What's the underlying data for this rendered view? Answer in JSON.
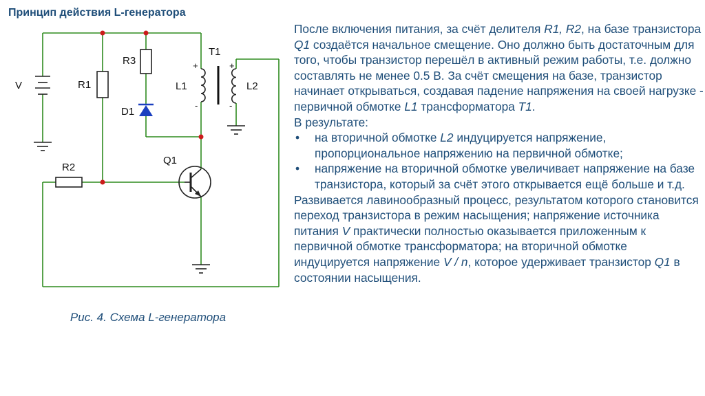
{
  "title": "Принцип действия L-генератора",
  "schematic": {
    "labels": {
      "v": "V",
      "r1": "R1",
      "r2": "R2",
      "r3": "R3",
      "d1": "D1",
      "t1": "T1",
      "l1": "L1",
      "l2": "L2",
      "q1": "Q1",
      "plus": "+",
      "minus": "-"
    }
  },
  "caption": "Рис. 4. Схема L-генератора",
  "description": {
    "p1": [
      {
        "t": "После включения питания, за счёт делителя "
      },
      {
        "t": "R1, R2",
        "i": true
      },
      {
        "t": ", на базе транзистора "
      },
      {
        "t": "Q1",
        "i": true
      },
      {
        "t": " создаётся начальное смещение. Оно должно быть достаточным для того, чтобы транзистор перешёл в активный режим работы, т.е. должно составлять не менее 0.5 В. За счёт смещения на базе, транзистор начинает открываться, создавая падение напряжения на своей нагрузке - первичной обмотке "
      },
      {
        "t": "L1",
        "i": true
      },
      {
        "t": " трансформатора "
      },
      {
        "t": "T1",
        "i": true
      },
      {
        "t": "."
      }
    ],
    "p2": [
      {
        "t": "В результате:"
      }
    ],
    "bullets": [
      [
        {
          "t": "на вторичной обмотке "
        },
        {
          "t": "L2",
          "i": true
        },
        {
          "t": " индуцируется напряжение, пропорциональное напряжению на первичной обмотке;"
        }
      ],
      [
        {
          "t": "напряжение на вторичной обмотке увеличивает напряжение на базе транзистора, который за счёт этого открывается ещё больше и т.д."
        }
      ]
    ],
    "p3": [
      {
        "t": "Развивается лавинообразный процесс, результатом которого становится переход транзистора в режим насыщения; напряжение источника питания "
      },
      {
        "t": "V",
        "i": true
      },
      {
        "t": " практически полностью оказывается приложенным к первичной обмотке трансформатора; на вторичной обмотке индуцируется напряжение "
      },
      {
        "t": "V / n",
        "i": true
      },
      {
        "t": ", которое удерживает транзистор "
      },
      {
        "t": "Q1",
        "i": true
      },
      {
        "t": " в состоянии насыщения."
      }
    ]
  },
  "colors": {
    "text": "#1f4e79",
    "wire": "#2e8b1f",
    "node": "#cc1b1b",
    "diode": "#1a3fbf",
    "component": "#222222"
  }
}
